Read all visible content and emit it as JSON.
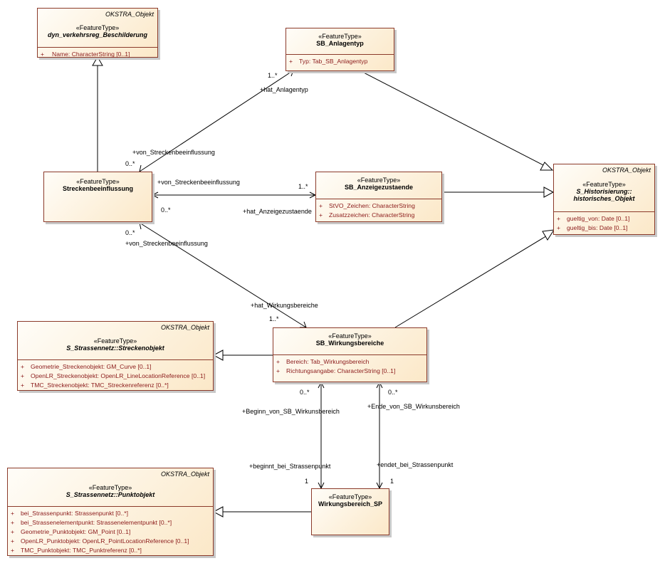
{
  "stereotype": "«FeatureType»",
  "package_tag": "OKSTRA_Objekt",
  "classes": {
    "dyn": {
      "package": "OKSTRA_Objekt",
      "name": "dyn_verkehrsreg_Beschilderung",
      "attributes": [
        {
          "vis": "+",
          "text": "Name: CharacterString [0..1]"
        }
      ]
    },
    "anlagentyp": {
      "name": "SB_Anlagentyp",
      "attributes": [
        {
          "vis": "+",
          "text": "Typ: Tab_SB_Anlagentyp"
        }
      ]
    },
    "strecke": {
      "name": "Streckenbeeinflussung"
    },
    "anzeige": {
      "name": "SB_Anzeigezustaende",
      "attributes": [
        {
          "vis": "+",
          "text": "StVO_Zeichen: CharacterString"
        },
        {
          "vis": "+",
          "text": "Zusatzzeichen: CharacterString"
        }
      ]
    },
    "hist": {
      "package": "OKSTRA_Objekt",
      "name_line1": "S_Historisierung::",
      "name_line2": "historisches_Objekt",
      "attributes": [
        {
          "vis": "+",
          "text": "gueltig_von: Date [0..1]"
        },
        {
          "vis": "+",
          "text": "gueltig_bis: Date [0..1]"
        }
      ]
    },
    "streckenobjekt": {
      "package": "OKSTRA_Objekt",
      "name": "S_Strassennetz::Streckenobjekt",
      "attributes": [
        {
          "vis": "+",
          "text": "Geometrie_Streckenobjekt: GM_Curve [0..1]"
        },
        {
          "vis": "+",
          "text": "OpenLR_Streckenobjekt: OpenLR_LineLocationReference [0..1]"
        },
        {
          "vis": "+",
          "text": "TMC_Streckenobjekt: TMC_Streckenreferenz [0..*]"
        }
      ]
    },
    "wirkung": {
      "name": "SB_Wirkungsbereiche",
      "attributes": [
        {
          "vis": "+",
          "text": "Bereich: Tab_Wirkungsbereich"
        },
        {
          "vis": "+",
          "text": "Richtungsangabe: CharacterString [0..1]"
        }
      ]
    },
    "punktobjekt": {
      "package": "OKSTRA_Objekt",
      "name": "S_Strassennetz::Punktobjekt",
      "attributes": [
        {
          "vis": "+",
          "text": "bei_Strassenpunkt: Strassenpunkt [0..*]"
        },
        {
          "vis": "+",
          "text": "bei_Strassenelementpunkt: Strassenelementpunkt [0..*]"
        },
        {
          "vis": "+",
          "text": "Geometrie_Punktobjekt: GM_Point [0..1]"
        },
        {
          "vis": "+",
          "text": "OpenLR_Punktobjekt: OpenLR_PointLocationReference [0..1]"
        },
        {
          "vis": "+",
          "text": "TMC_Punktobjekt: TMC_Punktreferenz [0..*]"
        }
      ]
    },
    "wsp": {
      "name": "Wirkungsbereich_SP"
    }
  },
  "labels": {
    "hat_anlagentyp": "+hat_Anlagentyp",
    "mult_anlagentyp": "1..*",
    "von_strecke_1": "+von_Streckenbeeinflussung",
    "mult_strecke_1": "0..*",
    "von_strecke_2": "+von_Streckenbeeinflussung",
    "mult_anzeige": "1..*",
    "mult_strecke_2": "0..*",
    "hat_anzeige": "+hat_Anzeigezustaende",
    "mult_strecke_3": "0..*",
    "von_strecke_3": "+von_Streckenbeeinflussung",
    "hat_wirkung": "+hat_Wirkungsbereiche",
    "mult_wirkung": "1..*",
    "mult_beginn": "0..*",
    "beginn_von": "+Beginn_von_SB_Wirkunsbereich",
    "mult_ende": "0..*",
    "ende_von": "+Ende_von_SB_Wirkunsbereich",
    "beginnt_bei": "+beginnt_bei_Strassenpunkt",
    "endet_bei": "+endet_bei_Strassenpunkt",
    "mult_one_a": "1",
    "mult_one_b": "1"
  }
}
